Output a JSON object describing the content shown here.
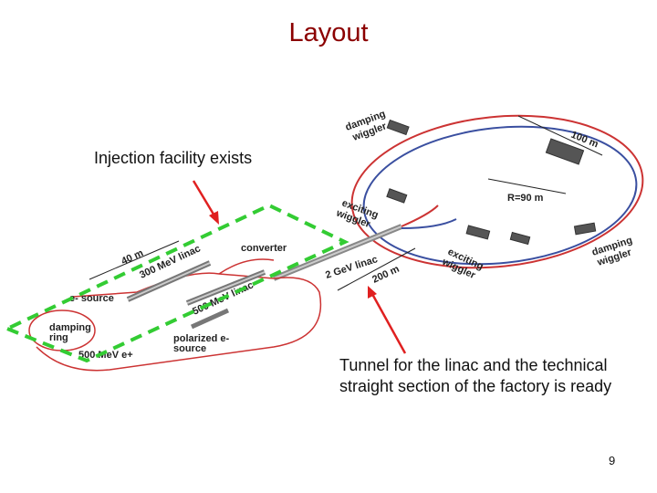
{
  "title": "Layout",
  "notes": {
    "injection": "Injection facility exists",
    "tunnel_line1": "Tunnel for the linac and the technical",
    "tunnel_line2": "straight section of the factory is ready"
  },
  "page_number": "9",
  "diagram": {
    "damping_wiggler_top_1": "damping",
    "damping_wiggler_top_2": "wiggler",
    "length_100m": "100 m",
    "radius": "R=90 m",
    "exciting_wiggler_left_1": "exciting",
    "exciting_wiggler_left_2": "wiggler",
    "exciting_wiggler_right_1": "exciting",
    "exciting_wiggler_right_2": "wiggler",
    "damping_wiggler_right_1": "damping",
    "damping_wiggler_right_2": "wiggler",
    "linac_2gev": "2 GeV linac",
    "length_200m": "200 m",
    "length_40m": "40 m",
    "linac_300mev": "300 MeV linac",
    "converter": "converter",
    "linac_500mev": "500 MeV linac",
    "e_source": "e- source",
    "damping_ring_1": "damping",
    "damping_ring_2": "ring",
    "polarized_1": "polarized e-",
    "polarized_2": "source",
    "linac_500mev_eplus": "500 MeV e+"
  },
  "colors": {
    "title": "#8b0000",
    "dashed_outline": "#33cc33",
    "arrow": "#e02020",
    "beam_red": "#cc3333",
    "beam_blue": "#3a4fa0"
  }
}
